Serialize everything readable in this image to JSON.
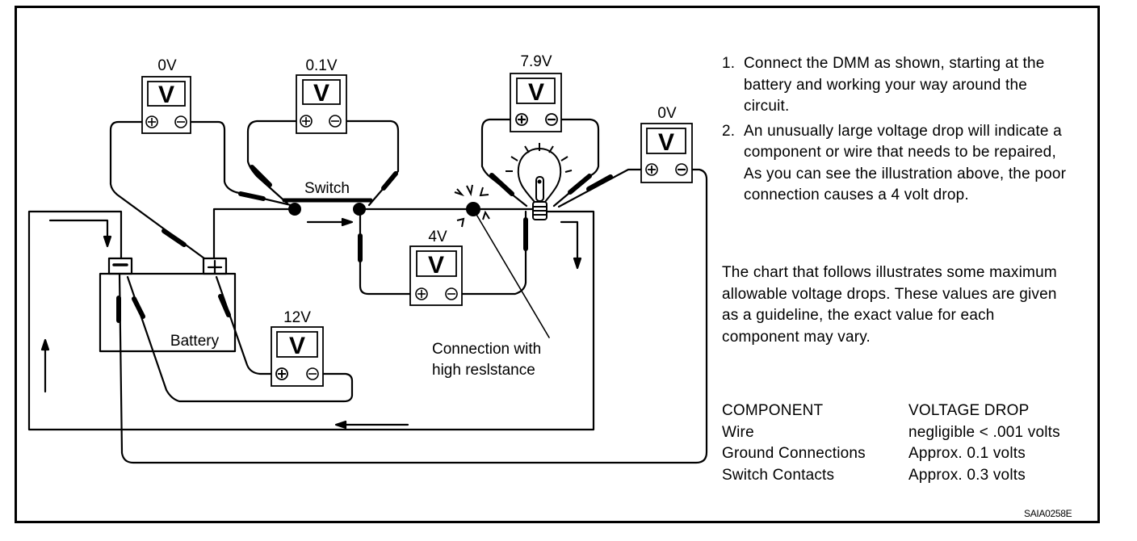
{
  "diagram": {
    "title": "Voltage drop test with DMM",
    "meters": [
      {
        "id": "battery-ground",
        "reading": "0V",
        "display": "V",
        "pos_symbol": "+",
        "neg_symbol": "−"
      },
      {
        "id": "switch",
        "reading": "0.1V",
        "display": "V",
        "pos_symbol": "+",
        "neg_symbol": "−"
      },
      {
        "id": "bulb",
        "reading": "7.9V",
        "display": "V",
        "pos_symbol": "+",
        "neg_symbol": "−"
      },
      {
        "id": "bulb-ground",
        "reading": "0V",
        "display": "V",
        "pos_symbol": "+",
        "neg_symbol": "−"
      },
      {
        "id": "connection",
        "reading": "4V",
        "display": "V",
        "pos_symbol": "+",
        "neg_symbol": "−"
      },
      {
        "id": "battery",
        "reading": "12V",
        "display": "V",
        "pos_symbol": "+",
        "neg_symbol": "−"
      }
    ],
    "labels": {
      "switch": "Switch",
      "battery": "Battery",
      "connection_line1": "Connection with",
      "connection_line2": "high reslstance"
    },
    "battery_terminals": {
      "negative": "−",
      "positive": "+"
    }
  },
  "instructions": [
    {
      "num": "1.",
      "text": "Connect the DMM as shown, starting at the battery and working your way around the circuit."
    },
    {
      "num": "2.",
      "text": "An unusually large voltage drop will indicate a component or wire that needs to be repaired, As you can see the illustration above, the poor connection causes a 4 volt drop."
    }
  ],
  "paragraph": "The chart that follows illustrates some maximum allowable voltage drops. These values are given as a guideline, the exact value for each component may vary.",
  "table": {
    "headers": [
      "COMPONENT",
      "VOLTAGE DROP"
    ],
    "rows": [
      [
        "Wire",
        "negligible < .001 volts"
      ],
      [
        "Ground Connections",
        "Approx. 0.1 volts"
      ],
      [
        "Switch Contacts",
        "Approx. 0.3 volts"
      ]
    ]
  },
  "figure_code": "SAIA0258E"
}
